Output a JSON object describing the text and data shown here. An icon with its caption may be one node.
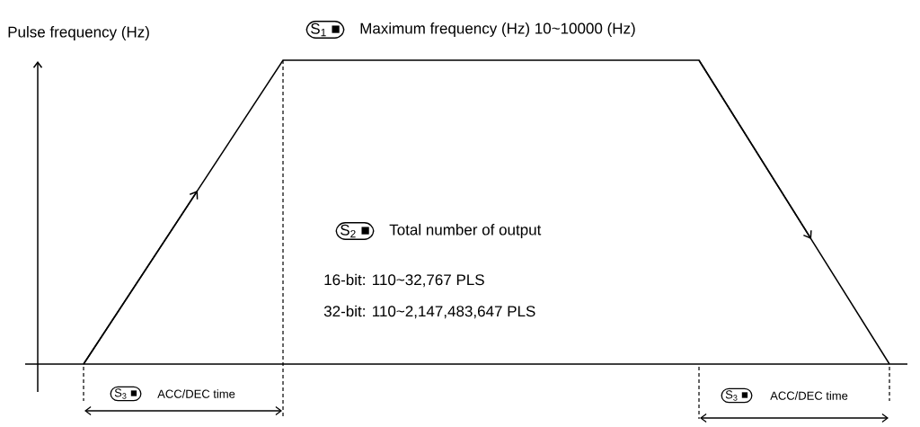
{
  "diagram": {
    "nodes": [
      {
        "text": [
          "S$_{1}$ ■"
        ],
        "beside": [
          "Maximum frequency (Hz) 10~10000 (Hz)"
        ]
      },
      {
        "text": [
          "S$_{2}$ ■"
        ],
        "beside": [
          "Total number of output"
        ]
      },
      {
        "text": [
          "S$_{3}$ ■"
        ],
        "beside": [
          "ACC/DEC time"
        ]
      },
      {
        "text": [
          "S$_{3}$ ■"
        ],
        "beside": [
          "ACC/DEC time"
        ]
      }
    ],
    "labels": [
      "Pulse frequency (Hz)",
      "16-bit: 110~32,767 PLS",
      "32-bit: 110~2,147,483,647 PLS"
    ]
  }
}
